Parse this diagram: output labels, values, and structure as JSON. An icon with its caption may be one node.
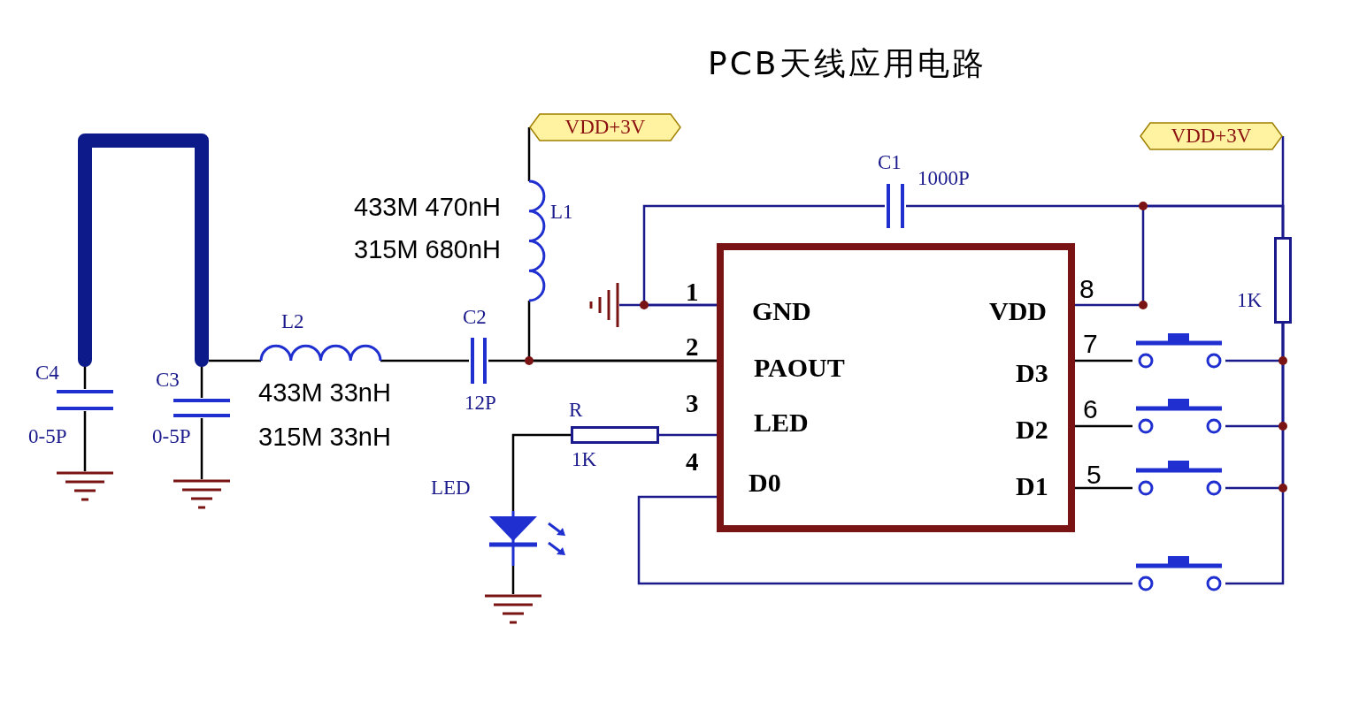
{
  "diagram": {
    "title": "PCB天线应用电路",
    "nodes": [
      {
        "text": [
          "VDD+3V"
        ]
      },
      {
        "text": [
          "VDD+3V"
        ]
      },
      {
        "text": [
          "GND",
          "VDD",
          "PAOUT",
          "D3",
          "LED",
          "D2",
          "D0",
          "D1"
        ],
        "beside": [
          "1",
          "8",
          "2",
          "7",
          "3",
          "6",
          "4",
          "5"
        ]
      },
      {
        "text": [],
        "shape": "antenna"
      },
      {
        "text": [],
        "shape": "capacitor",
        "beside": [
          "C4",
          "0-5P"
        ]
      },
      {
        "text": [],
        "shape": "capacitor",
        "beside": [
          "C3",
          "0-5P"
        ]
      },
      {
        "text": [],
        "shape": "inductor",
        "beside": [
          "L2",
          "433M 33nH",
          "315M 33nH"
        ]
      },
      {
        "text": [],
        "shape": "capacitor",
        "beside": [
          "C2",
          "12P"
        ]
      },
      {
        "text": [],
        "shape": "inductor",
        "beside": [
          "433M 470nH",
          "315M 680nH",
          "L1"
        ]
      },
      {
        "text": [],
        "shape": "ground"
      },
      {
        "text": [],
        "shape": "capacitor",
        "beside": [
          "C1",
          "1000P"
        ]
      },
      {
        "text": [],
        "shape": "resistor",
        "beside": [
          "1K"
        ]
      },
      {
        "text": [],
        "shape": "resistor",
        "beside": [
          "R",
          "1K"
        ]
      },
      {
        "text": [],
        "shape": "led",
        "beside": [
          "LED"
        ]
      },
      {
        "text": [],
        "shape": "switch"
      },
      {
        "text": [],
        "shape": "switch"
      },
      {
        "text": [],
        "shape": "switch"
      },
      {
        "text": [],
        "shape": "switch"
      },
      {
        "text": [],
        "shape": "ground"
      },
      {
        "text": [],
        "shape": "ground"
      },
      {
        "text": [],
        "shape": "ground"
      }
    ],
    "edges": [
      {
        "from": 3,
        "to": 4,
        "arrow": "none"
      },
      {
        "from": 3,
        "to": 5,
        "arrow": "none"
      },
      {
        "from": 3,
        "to": 6,
        "arrow": "none"
      },
      {
        "from": 6,
        "to": 7,
        "arrow": "none"
      },
      {
        "from": 7,
        "to": 2,
        "arrow": "none"
      },
      {
        "from": 0,
        "to": 8,
        "arrow": "none"
      },
      {
        "from": 8,
        "to": 2,
        "arrow": "none"
      },
      {
        "from": 4,
        "to": 18,
        "arrow": "none"
      },
      {
        "from": 5,
        "to": 19,
        "arrow": "none"
      },
      {
        "from": 9,
        "to": 2,
        "arrow": "none",
        "color": "#1a1a8c"
      },
      {
        "from": 10,
        "to": 2,
        "arrow": "none",
        "color": "#1a1a8c"
      },
      {
        "from": 10,
        "to": 11,
        "arrow": "none",
        "color": "#1a1a8c"
      },
      {
        "from": 1,
        "to": 11,
        "arrow": "none",
        "color": "#1a1a8c"
      },
      {
        "from": 2,
        "to": 11,
        "arrow": "none",
        "color": "#1a1a8c"
      },
      {
        "from": 11,
        "to": 14,
        "arrow": "none",
        "color": "#1a1a8c"
      },
      {
        "from": 11,
        "to": 15,
        "arrow": "none",
        "color": "#1a1a8c"
      },
      {
        "from": 11,
        "to": 16,
        "arrow": "none",
        "color": "#1a1a8c"
      },
      {
        "from": 11,
        "to": 17,
        "arrow": "none",
        "color": "#1a1a8c"
      },
      {
        "from": 2,
        "to": 14,
        "arrow": "none"
      },
      {
        "from": 2,
        "to": 15,
        "arrow": "none"
      },
      {
        "from": 2,
        "to": 16,
        "arrow": "none"
      },
      {
        "from": 2,
        "to": 17,
        "arrow": "none",
        "color": "#1a1a8c"
      },
      {
        "from": 2,
        "to": 12,
        "arrow": "none",
        "color": "#1a1a8c"
      },
      {
        "from": 12,
        "to": 13,
        "arrow": "none"
      },
      {
        "from": 13,
        "to": 20,
        "arrow": "none"
      }
    ]
  }
}
